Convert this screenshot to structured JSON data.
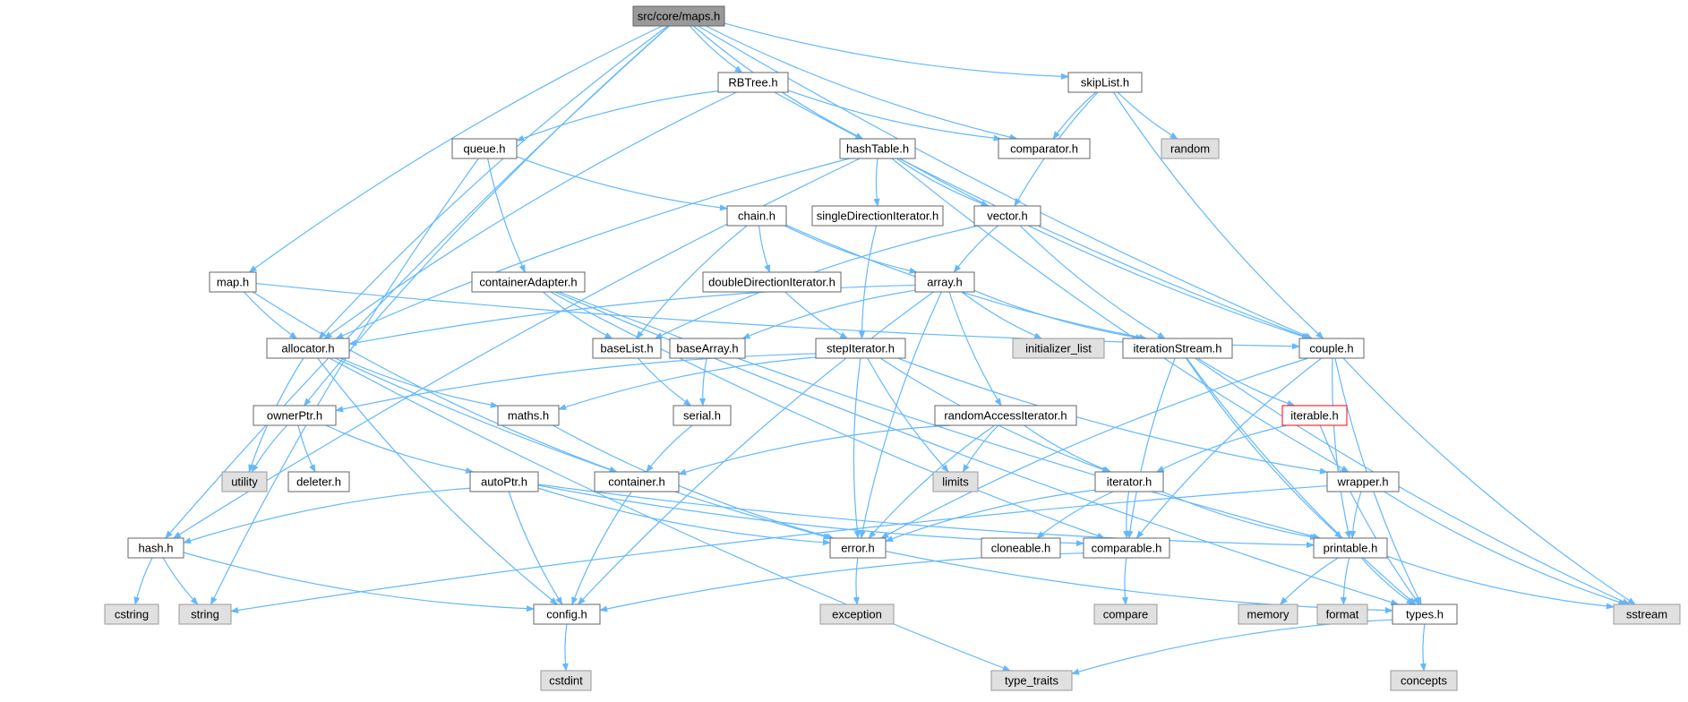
{
  "graph": {
    "colors": {
      "edge": "#63b8ff",
      "root_fill": "#999999",
      "file_fill": "#ffffff",
      "file_border": "#666666",
      "sys_fill": "#e0e0e0",
      "sys_border": "#999999",
      "highlight_border": "#ff0000",
      "text": "#000000"
    },
    "nodes": [
      {
        "id": "maps",
        "label": "src/core/maps.h",
        "kind": "root"
      },
      {
        "id": "rbtree",
        "label": "RBTree.h",
        "kind": "file"
      },
      {
        "id": "skiplist",
        "label": "skipList.h",
        "kind": "file"
      },
      {
        "id": "comparator",
        "label": "comparator.h",
        "kind": "file"
      },
      {
        "id": "random",
        "label": "random",
        "kind": "sys"
      },
      {
        "id": "queue",
        "label": "queue.h",
        "kind": "file"
      },
      {
        "id": "hashtable",
        "label": "hashTable.h",
        "kind": "file"
      },
      {
        "id": "chain",
        "label": "chain.h",
        "kind": "file"
      },
      {
        "id": "single",
        "label": "singleDirectionIterator.h",
        "kind": "file"
      },
      {
        "id": "vector",
        "label": "vector.h",
        "kind": "file"
      },
      {
        "id": "map",
        "label": "map.h",
        "kind": "file"
      },
      {
        "id": "containeradapter",
        "label": "containerAdapter.h",
        "kind": "file"
      },
      {
        "id": "double",
        "label": "doubleDirectionIterator.h",
        "kind": "file"
      },
      {
        "id": "array",
        "label": "array.h",
        "kind": "file"
      },
      {
        "id": "allocator",
        "label": "allocator.h",
        "kind": "file"
      },
      {
        "id": "baselist",
        "label": "baseList.h",
        "kind": "file"
      },
      {
        "id": "basearray",
        "label": "baseArray.h",
        "kind": "file"
      },
      {
        "id": "stepiter",
        "label": "stepIterator.h",
        "kind": "file"
      },
      {
        "id": "initlist",
        "label": "initializer_list",
        "kind": "sys"
      },
      {
        "id": "iterstream",
        "label": "iterationStream.h",
        "kind": "file"
      },
      {
        "id": "couple",
        "label": "couple.h",
        "kind": "file"
      },
      {
        "id": "ownerptr",
        "label": "ownerPtr.h",
        "kind": "file"
      },
      {
        "id": "maths",
        "label": "maths.h",
        "kind": "file"
      },
      {
        "id": "serial",
        "label": "serial.h",
        "kind": "file"
      },
      {
        "id": "randomaccess",
        "label": "randomAccessIterator.h",
        "kind": "file"
      },
      {
        "id": "iterable",
        "label": "iterable.h",
        "kind": "highlight"
      },
      {
        "id": "utility",
        "label": "utility",
        "kind": "sys"
      },
      {
        "id": "deleter",
        "label": "deleter.h",
        "kind": "file"
      },
      {
        "id": "autoptr",
        "label": "autoPtr.h",
        "kind": "file"
      },
      {
        "id": "container",
        "label": "container.h",
        "kind": "file"
      },
      {
        "id": "limits",
        "label": "limits",
        "kind": "sys"
      },
      {
        "id": "iterator",
        "label": "iterator.h",
        "kind": "file"
      },
      {
        "id": "wrapper",
        "label": "wrapper.h",
        "kind": "file"
      },
      {
        "id": "hash",
        "label": "hash.h",
        "kind": "file"
      },
      {
        "id": "error",
        "label": "error.h",
        "kind": "file"
      },
      {
        "id": "cloneable",
        "label": "cloneable.h",
        "kind": "file"
      },
      {
        "id": "comparable",
        "label": "comparable.h",
        "kind": "file"
      },
      {
        "id": "printable",
        "label": "printable.h",
        "kind": "file"
      },
      {
        "id": "cstring",
        "label": "cstring",
        "kind": "sys"
      },
      {
        "id": "string",
        "label": "string",
        "kind": "sys"
      },
      {
        "id": "config",
        "label": "config.h",
        "kind": "file"
      },
      {
        "id": "exception",
        "label": "exception",
        "kind": "sys"
      },
      {
        "id": "compare",
        "label": "compare",
        "kind": "sys"
      },
      {
        "id": "memory",
        "label": "memory",
        "kind": "sys"
      },
      {
        "id": "format",
        "label": "format",
        "kind": "sys"
      },
      {
        "id": "types",
        "label": "types.h",
        "kind": "file"
      },
      {
        "id": "sstream",
        "label": "sstream",
        "kind": "sys"
      },
      {
        "id": "cstdint",
        "label": "cstdint",
        "kind": "sys"
      },
      {
        "id": "typetraits",
        "label": "type_traits",
        "kind": "sys"
      },
      {
        "id": "concepts",
        "label": "concepts",
        "kind": "sys"
      }
    ],
    "edges": [
      [
        "maps",
        "rbtree"
      ],
      [
        "maps",
        "skiplist"
      ],
      [
        "maps",
        "comparator"
      ],
      [
        "maps",
        "couple"
      ],
      [
        "maps",
        "hashtable"
      ],
      [
        "maps",
        "allocator"
      ],
      [
        "maps",
        "map"
      ],
      [
        "maps",
        "ownerptr"
      ],
      [
        "maps",
        "hash"
      ],
      [
        "rbtree",
        "comparator"
      ],
      [
        "rbtree",
        "queue"
      ],
      [
        "rbtree",
        "allocator"
      ],
      [
        "rbtree",
        "couple"
      ],
      [
        "skiplist",
        "comparator"
      ],
      [
        "skiplist",
        "random"
      ],
      [
        "skiplist",
        "vector"
      ],
      [
        "skiplist",
        "couple"
      ],
      [
        "queue",
        "chain"
      ],
      [
        "queue",
        "containeradapter"
      ],
      [
        "queue",
        "string"
      ],
      [
        "hashtable",
        "single"
      ],
      [
        "hashtable",
        "vector"
      ],
      [
        "hashtable",
        "allocator"
      ],
      [
        "hashtable",
        "hash"
      ],
      [
        "hashtable",
        "couple"
      ],
      [
        "hashtable",
        "wrapper"
      ],
      [
        "chain",
        "baselist"
      ],
      [
        "chain",
        "double"
      ],
      [
        "chain",
        "array"
      ],
      [
        "chain",
        "iterstream"
      ],
      [
        "vector",
        "array"
      ],
      [
        "vector",
        "baselist"
      ],
      [
        "vector",
        "iterstream"
      ],
      [
        "single",
        "stepiter"
      ],
      [
        "double",
        "stepiter"
      ],
      [
        "map",
        "allocator"
      ],
      [
        "map",
        "couple"
      ],
      [
        "map",
        "container"
      ],
      [
        "containeradapter",
        "baselist"
      ],
      [
        "containeradapter",
        "comparable"
      ],
      [
        "containeradapter",
        "printable"
      ],
      [
        "containeradapter",
        "types"
      ],
      [
        "array",
        "allocator"
      ],
      [
        "array",
        "basearray"
      ],
      [
        "array",
        "initlist"
      ],
      [
        "array",
        "iterstream"
      ],
      [
        "array",
        "randomaccess"
      ],
      [
        "array",
        "error"
      ],
      [
        "array",
        "config"
      ],
      [
        "allocator",
        "maths"
      ],
      [
        "allocator",
        "utility"
      ],
      [
        "allocator",
        "error"
      ],
      [
        "allocator",
        "config"
      ],
      [
        "allocator",
        "typetraits"
      ],
      [
        "baselist",
        "serial"
      ],
      [
        "basearray",
        "serial"
      ],
      [
        "serial",
        "container"
      ],
      [
        "stepiter",
        "ownerptr"
      ],
      [
        "stepiter",
        "maths"
      ],
      [
        "stepiter",
        "limits"
      ],
      [
        "stepiter",
        "iterator"
      ],
      [
        "stepiter",
        "wrapper"
      ],
      [
        "stepiter",
        "error"
      ],
      [
        "iterstream",
        "iterable"
      ],
      [
        "iterstream",
        "comparable"
      ],
      [
        "iterstream",
        "printable"
      ],
      [
        "iterstream",
        "types"
      ],
      [
        "iterstream",
        "sstream"
      ],
      [
        "couple",
        "printable"
      ],
      [
        "couple",
        "comparable"
      ],
      [
        "couple",
        "types"
      ],
      [
        "couple",
        "sstream"
      ],
      [
        "couple",
        "error"
      ],
      [
        "ownerptr",
        "utility"
      ],
      [
        "ownerptr",
        "deleter"
      ],
      [
        "ownerptr",
        "autoptr"
      ],
      [
        "maths",
        "error"
      ],
      [
        "randomaccess",
        "container"
      ],
      [
        "randomaccess",
        "limits"
      ],
      [
        "randomaccess",
        "iterator"
      ],
      [
        "randomaccess",
        "error"
      ],
      [
        "iterable",
        "iterator"
      ],
      [
        "iterable",
        "types"
      ],
      [
        "autoptr",
        "hash"
      ],
      [
        "autoptr",
        "error"
      ],
      [
        "autoptr",
        "config"
      ],
      [
        "autoptr",
        "comparable"
      ],
      [
        "autoptr",
        "printable"
      ],
      [
        "container",
        "config"
      ],
      [
        "iterator",
        "error"
      ],
      [
        "iterator",
        "cloneable"
      ],
      [
        "iterator",
        "comparable"
      ],
      [
        "iterator",
        "printable"
      ],
      [
        "wrapper",
        "printable"
      ],
      [
        "wrapper",
        "string"
      ],
      [
        "wrapper",
        "sstream"
      ],
      [
        "hash",
        "cstring"
      ],
      [
        "hash",
        "string"
      ],
      [
        "hash",
        "config"
      ],
      [
        "error",
        "exception"
      ],
      [
        "error",
        "types"
      ],
      [
        "comparable",
        "compare"
      ],
      [
        "comparable",
        "config"
      ],
      [
        "printable",
        "memory"
      ],
      [
        "printable",
        "format"
      ],
      [
        "printable",
        "types"
      ],
      [
        "printable",
        "sstream"
      ],
      [
        "config",
        "cstdint"
      ],
      [
        "types",
        "concepts"
      ],
      [
        "types",
        "typetraits"
      ]
    ]
  }
}
